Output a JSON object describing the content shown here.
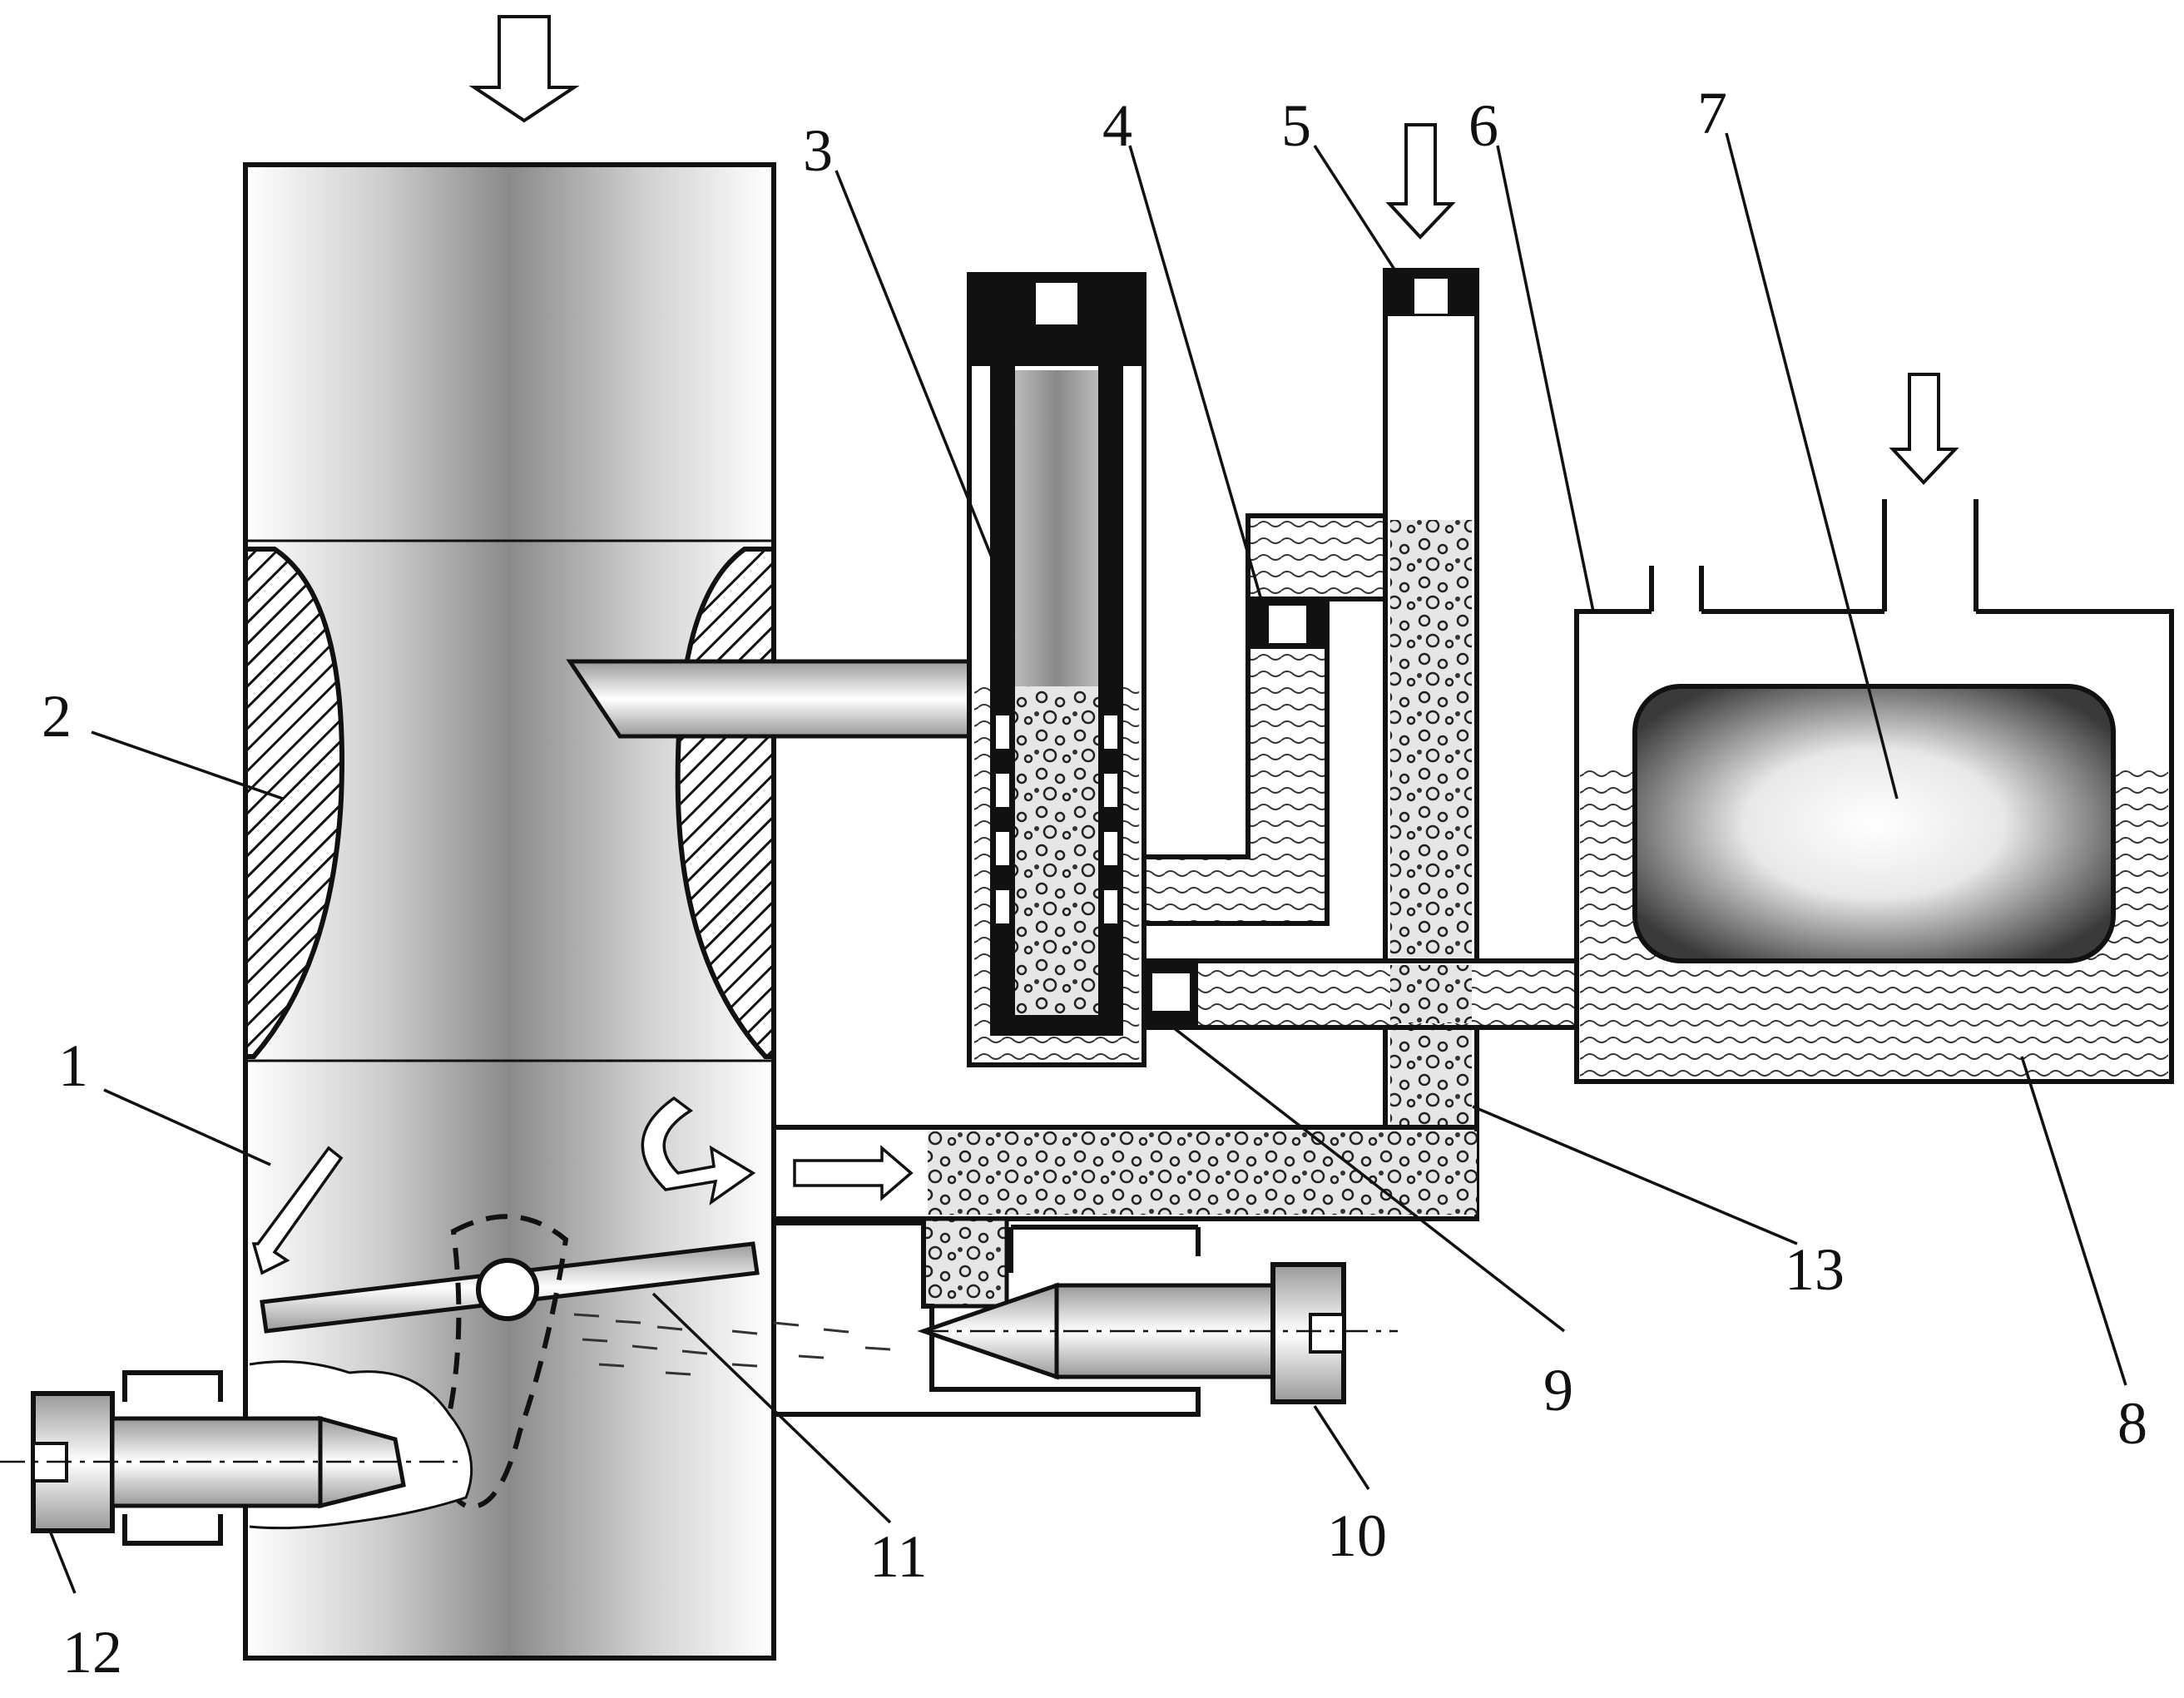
{
  "colors": {
    "ink": "#111111",
    "paper": "#ffffff",
    "air_shade": "#8a8a8a",
    "fuel_shade": "#cfcfcf",
    "float_shade": "#555555"
  },
  "icons": {
    "flow_arrow": "hollow-down-arrow",
    "screw": "slotted-screw"
  },
  "callouts": [
    {
      "id": "1",
      "text": "1"
    },
    {
      "id": "2",
      "text": "2"
    },
    {
      "id": "3",
      "text": "3"
    },
    {
      "id": "4",
      "text": "4"
    },
    {
      "id": "5",
      "text": "5"
    },
    {
      "id": "6",
      "text": "6"
    },
    {
      "id": "7",
      "text": "7"
    },
    {
      "id": "8",
      "text": "8"
    },
    {
      "id": "9",
      "text": "9"
    },
    {
      "id": "10",
      "text": "10"
    },
    {
      "id": "11",
      "text": "11"
    },
    {
      "id": "12",
      "text": "12"
    },
    {
      "id": "13",
      "text": "13"
    }
  ]
}
